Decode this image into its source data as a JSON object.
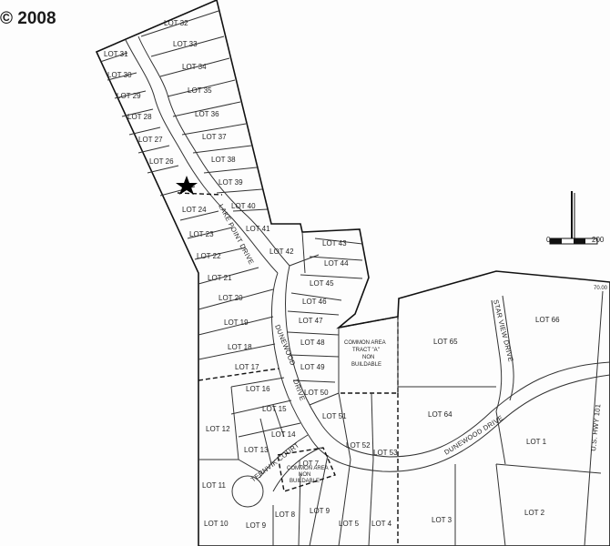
{
  "copyright": "© 2008",
  "roads": {
    "lake_point": "LAKE POINT DRIVE",
    "dunewood_upper": "DUNEWOOD",
    "dunewood_lower": "DRIVE",
    "dunewood_east": "DUNEWOOD DRIVE",
    "star_view": "STAR VIEW DRIVE",
    "ternvik": "TERNVIK COURT",
    "highway": "U.S. HWY 101"
  },
  "common_area_a": {
    "line1": "COMMON AREA",
    "line2": "TRACT \"A\"",
    "line3": "NON",
    "line4": "BUILDABLE"
  },
  "common_area_small": {
    "line1": "COMMON AREA",
    "line2": "NON",
    "line3": "BUILDABLE"
  },
  "scale": {
    "zero": "0",
    "max": "200"
  },
  "edge_number": "70.00",
  "lots": {
    "l1": "LOT 1",
    "l2": "LOT 2",
    "l3": "LOT 3",
    "l4": "LOT 4",
    "l5": "LOT 5",
    "l7": "LOT 7",
    "l8": "LOT 8",
    "l9": "LOT 9",
    "l10": "LOT 10",
    "l11": "LOT 11",
    "l12": "LOT 12",
    "l13": "LOT 13",
    "l14": "LOT 14",
    "l15": "LOT 15",
    "l16": "LOT 16",
    "l17": "LOT 17",
    "l18": "LOT 18",
    "l19": "LOT 19",
    "l20": "LOT 20",
    "l21": "LOT 21",
    "l22": "LOT 22",
    "l23": "LOT 23",
    "l24": "LOT 24",
    "l26": "LOT 26",
    "l27": "LOT 27",
    "l28": "LOT 28",
    "l29": "LOT 29",
    "l30": "LOT 30",
    "l31": "LOT 31",
    "l32": "LOT 32",
    "l33": "LOT 33",
    "l34": "LOT 34",
    "l35": "LOT 35",
    "l36": "LOT 36",
    "l37": "LOT 37",
    "l38": "LOT 38",
    "l39": "LOT 39",
    "l40": "LOT 40",
    "l41": "LOT 41",
    "l42": "LOT 42",
    "l43": "LOT 43",
    "l44": "LOT 44",
    "l45": "LOT 45",
    "l46": "LOT 46",
    "l47": "LOT 47",
    "l48": "LOT 48",
    "l49": "LOT 49",
    "l50": "LOT 50",
    "l51": "LOT 51",
    "l52": "LOT 52",
    "l53": "LOT 53",
    "l64": "LOT 64",
    "l65": "LOT 65",
    "l66": "LOT 66"
  }
}
